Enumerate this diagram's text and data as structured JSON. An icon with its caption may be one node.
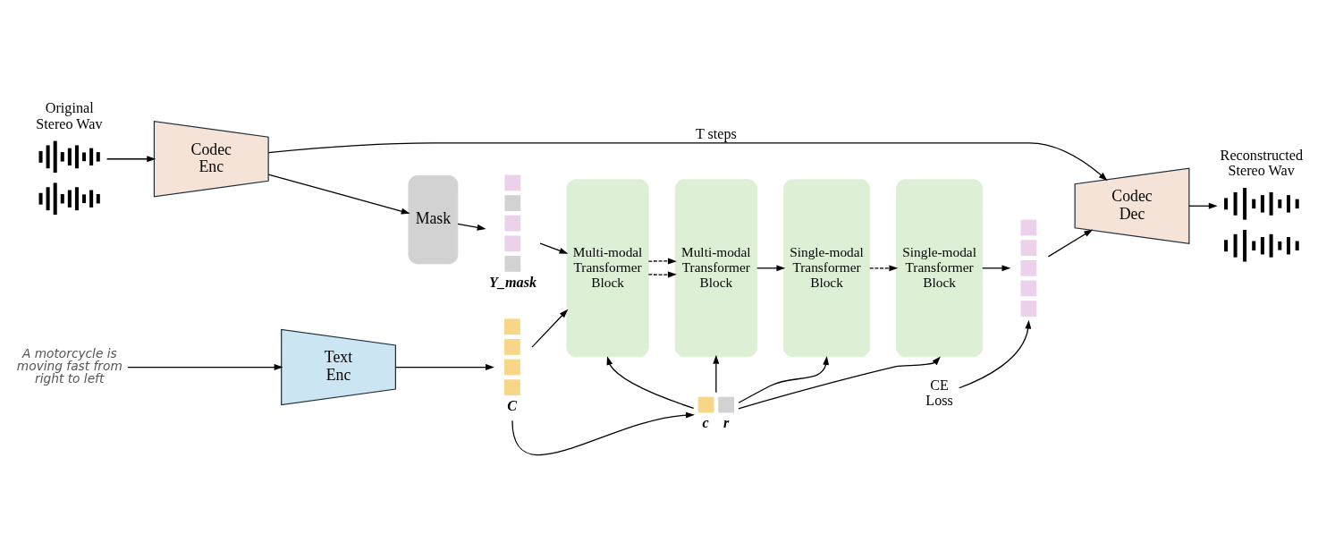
{
  "diagram": {
    "nodes": [
      {
        "text": [
          "Original Stereo Wav"
        ]
      },
      {
        "text": [
          "Codec Enc"
        ]
      },
      {
        "text": [
          "Mask"
        ]
      },
      {
        "text": [
          "Y_mask"
        ]
      },
      {
        "text": [
          "Multi-modal Transformer Block"
        ]
      },
      {
        "text": [
          "Multi-modal Transformer Block"
        ]
      },
      {
        "text": [
          "Single-modal Transformer Block"
        ]
      },
      {
        "text": [
          "Single-modal Transformer Block"
        ]
      },
      {
        "text": [],
        "shape": "bar"
      },
      {
        "text": [
          "Codec Dec"
        ]
      },
      {
        "text": [
          "Reconstructed Stereo Wav"
        ]
      },
      {
        "text": [
          "A motorcycle is moving fast from right to left"
        ]
      },
      {
        "text": [
          "Text Enc"
        ]
      },
      {
        "text": [
          "C"
        ]
      },
      {
        "text": [
          "CE Loss"
        ]
      },
      {
        "text": [
          "c",
          "r"
        ]
      }
    ],
    "edges": [
      {
        "from": 0,
        "to": 1,
        "arrow": "to"
      },
      {
        "from": 1,
        "to": 2,
        "arrow": "to"
      },
      {
        "from": 1,
        "to": 9,
        "arrow": "to",
        "label": "T steps"
      },
      {
        "from": 2,
        "to": 3,
        "arrow": "to"
      },
      {
        "from": 3,
        "to": 4,
        "arrow": "to"
      },
      {
        "from": 4,
        "to": 5,
        "arrow": "to",
        "style": "dashed"
      },
      {
        "from": 5,
        "to": 6,
        "arrow": "to"
      },
      {
        "from": 6,
        "to": 7,
        "arrow": "to",
        "style": "dashed"
      },
      {
        "from": 7,
        "to": 8,
        "arrow": "to"
      },
      {
        "from": 8,
        "to": 9,
        "arrow": "to"
      },
      {
        "from": 9,
        "to": 10,
        "arrow": "to"
      },
      {
        "from": 11,
        "to": 12,
        "arrow": "to"
      },
      {
        "from": 12,
        "to": 13,
        "arrow": "to"
      },
      {
        "from": 13,
        "to": 4,
        "arrow": "to"
      },
      {
        "from": 4,
        "to": 5,
        "arrow": "to",
        "style": "dashed"
      },
      {
        "from": 14,
        "to": 8,
        "arrow": "to"
      },
      {
        "from": 13,
        "to": 15,
        "arrow": "to"
      },
      {
        "from": 15,
        "to": 4,
        "arrow": "to"
      },
      {
        "from": 15,
        "to": 5,
        "arrow": "to"
      },
      {
        "from": 15,
        "to": 6,
        "arrow": "to"
      },
      {
        "from": 15,
        "to": 7,
        "arrow": "to"
      }
    ]
  }
}
